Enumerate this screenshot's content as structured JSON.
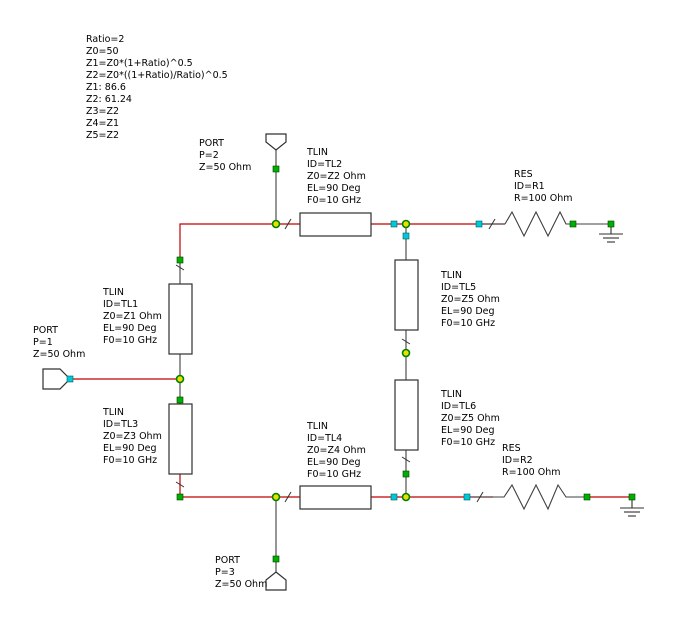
{
  "equations": [
    "Ratio=2",
    "Z0=50",
    "Z1=Z0*(1+Ratio)^0.5",
    "Z2=Z0*((1+Ratio)/Ratio)^0.5",
    "Z1: 86.6",
    "Z2: 61.24",
    "Z3=Z2",
    "Z4=Z1",
    "Z5=Z2"
  ],
  "ports": {
    "p1": [
      "PORT",
      "P=1",
      "Z=50 Ohm"
    ],
    "p2": [
      "PORT",
      "P=2",
      "Z=50 Ohm"
    ],
    "p3": [
      "PORT",
      "P=3",
      "Z=50 Ohm"
    ]
  },
  "tlines": {
    "tl1": [
      "TLIN",
      "ID=TL1",
      "Z0=Z1 Ohm",
      "EL=90 Deg",
      "F0=10 GHz"
    ],
    "tl2": [
      "TLIN",
      "ID=TL2",
      "Z0=Z2 Ohm",
      "EL=90 Deg",
      "F0=10 GHz"
    ],
    "tl3": [
      "TLIN",
      "ID=TL3",
      "Z0=Z3 Ohm",
      "EL=90 Deg",
      "F0=10 GHz"
    ],
    "tl4": [
      "TLIN",
      "ID=TL4",
      "Z0=Z4 Ohm",
      "EL=90 Deg",
      "F0=10 GHz"
    ],
    "tl5": [
      "TLIN",
      "ID=TL5",
      "Z0=Z5 Ohm",
      "EL=90 Deg",
      "F0=10 GHz"
    ],
    "tl6": [
      "TLIN",
      "ID=TL6",
      "Z0=Z5 Ohm",
      "EL=90 Deg",
      "F0=10 GHz"
    ]
  },
  "resistors": {
    "r1": [
      "RES",
      "ID=R1",
      "R=100 Ohm"
    ],
    "r2": [
      "RES",
      "ID=R2",
      "R=100 Ohm"
    ]
  }
}
